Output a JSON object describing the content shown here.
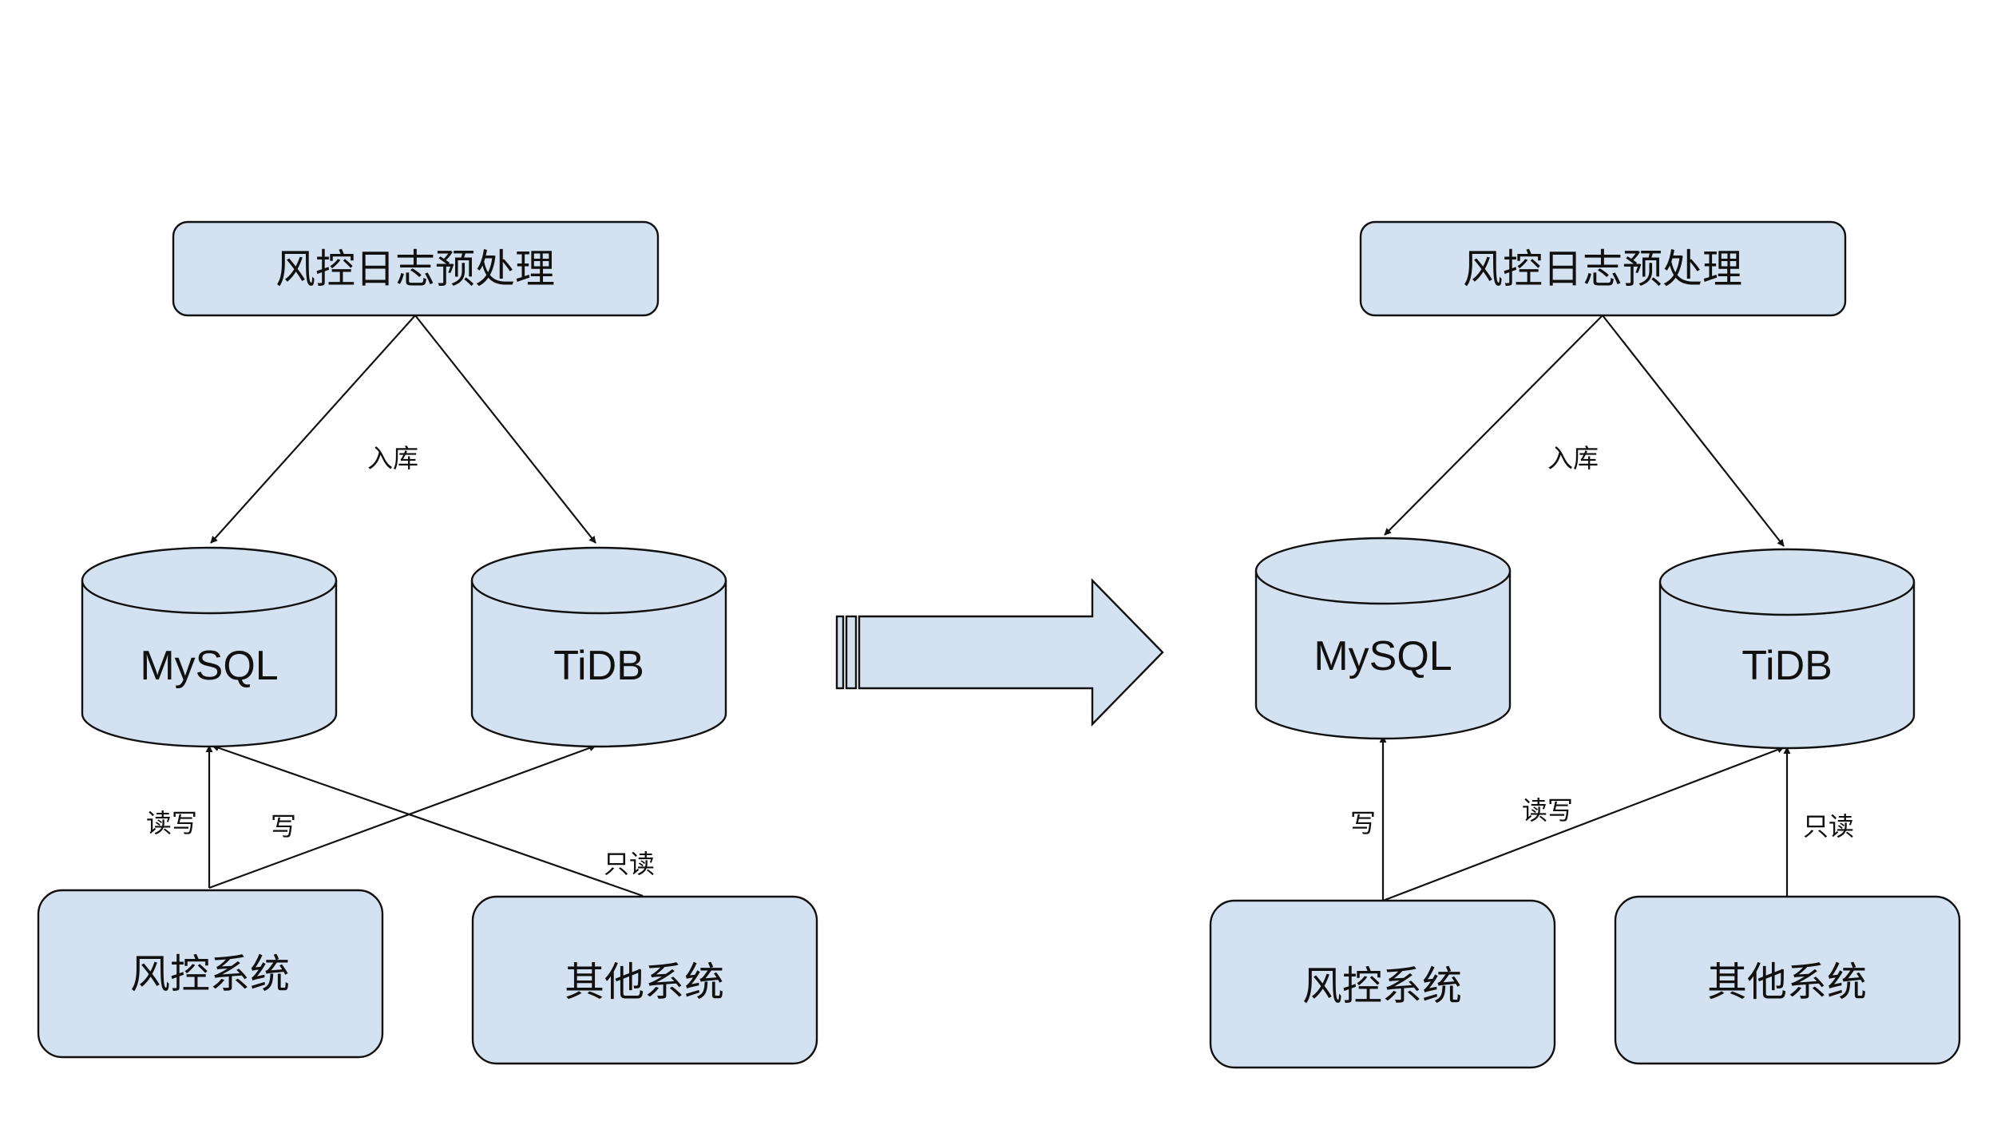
{
  "before": {
    "preprocess": "风控日志预处理",
    "ingest_label": "入库",
    "db_mysql": "MySQL",
    "db_tidb": "TiDB",
    "risk_system": "风控系统",
    "other_system": "其他系统",
    "risk_to_mysql_label": "读写",
    "risk_to_tidb_label": "写",
    "other_to_mysql_label": "只读"
  },
  "after": {
    "preprocess": "风控日志预处理",
    "ingest_label": "入库",
    "db_mysql": "MySQL",
    "db_tidb": "TiDB",
    "risk_system": "风控系统",
    "other_system": "其他系统",
    "risk_to_mysql_label": "写",
    "risk_to_tidb_label": "读写",
    "other_to_tidb_label": "只读"
  },
  "colors": {
    "node_fill": "#d3e1f0",
    "stroke": "#111111"
  }
}
